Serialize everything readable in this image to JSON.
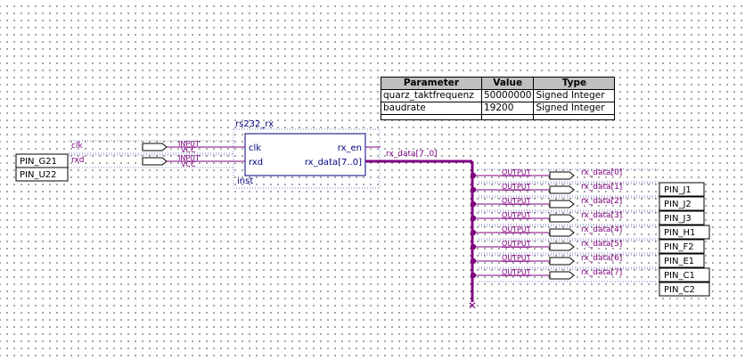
{
  "parameters": {
    "headers": [
      "Parameter",
      "Value",
      "Type"
    ],
    "rows": [
      {
        "name": "quarz_taktfrequenz",
        "value": "50000000",
        "type": "Signed Integer"
      },
      {
        "name": "baudrate",
        "value": "19200",
        "type": "Signed Integer"
      }
    ]
  },
  "block": {
    "name": "rs232_rx",
    "instance": "inst",
    "ports_left": [
      "clk",
      "rxd"
    ],
    "ports_right": [
      "rx_en",
      "rx_data[7..0]"
    ]
  },
  "inputs": [
    {
      "pin": "PIN_G21",
      "net": "clk",
      "kind": "INPUT",
      "default": "VCC"
    },
    {
      "pin": "PIN_U22",
      "net": "rxd",
      "kind": "INPUT",
      "default": "VCC"
    }
  ],
  "bus_label": "rx_data[7..0]",
  "outputs": [
    {
      "kind": "OUTPUT",
      "net": "rx_data[0]"
    },
    {
      "kind": "OUTPUT",
      "net": "rx_data[1]"
    },
    {
      "kind": "OUTPUT",
      "net": "rx_data[2]"
    },
    {
      "kind": "OUTPUT",
      "net": "rx_data[3]"
    },
    {
      "kind": "OUTPUT",
      "net": "rx_data[4]"
    },
    {
      "kind": "OUTPUT",
      "net": "rx_data[5]"
    },
    {
      "kind": "OUTPUT",
      "net": "rx_data[6]"
    },
    {
      "kind": "OUTPUT",
      "net": "rx_data[7]"
    }
  ],
  "output_pins": [
    "PIN_J1",
    "PIN_J2",
    "PIN_J3",
    "PIN_H1",
    "PIN_F2",
    "PIN_E1",
    "PIN_C1",
    "PIN_C2"
  ],
  "colors": {
    "wire": "#800080",
    "pin_wire": "#8080c0",
    "bus": "#800080",
    "text": "#000000",
    "label": "#800080",
    "port_text": "#000080",
    "block_border": "#000080"
  }
}
